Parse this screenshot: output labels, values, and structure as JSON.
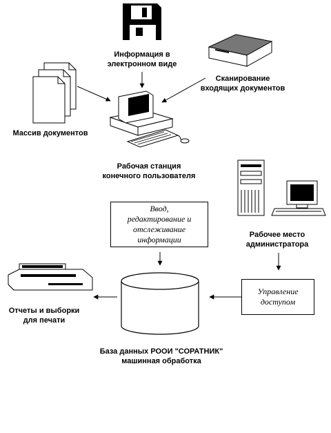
{
  "labels": {
    "electronic_info": "Информация в\nэлектронном виде",
    "scanning": "Сканирование\nвходящих документов",
    "document_array": "Массив документов",
    "workstation": "Рабочая станция\nконечного пользователя",
    "admin_place": "Рабочее место\nадминистратора",
    "reports": "Отчеты и выборки\nдля печати",
    "database": "База данных РООИ \"СОРАТНИК\"\nмашинная обработка"
  },
  "boxes": {
    "input_box": "Ввод,\nредактирование и\nотслеживание\nинформации",
    "access_box": "Управление\nдоступом"
  },
  "colors": {
    "ink": "#000000",
    "paper": "#ffffff",
    "screen": "#000000",
    "scanner_top": "#555555"
  }
}
